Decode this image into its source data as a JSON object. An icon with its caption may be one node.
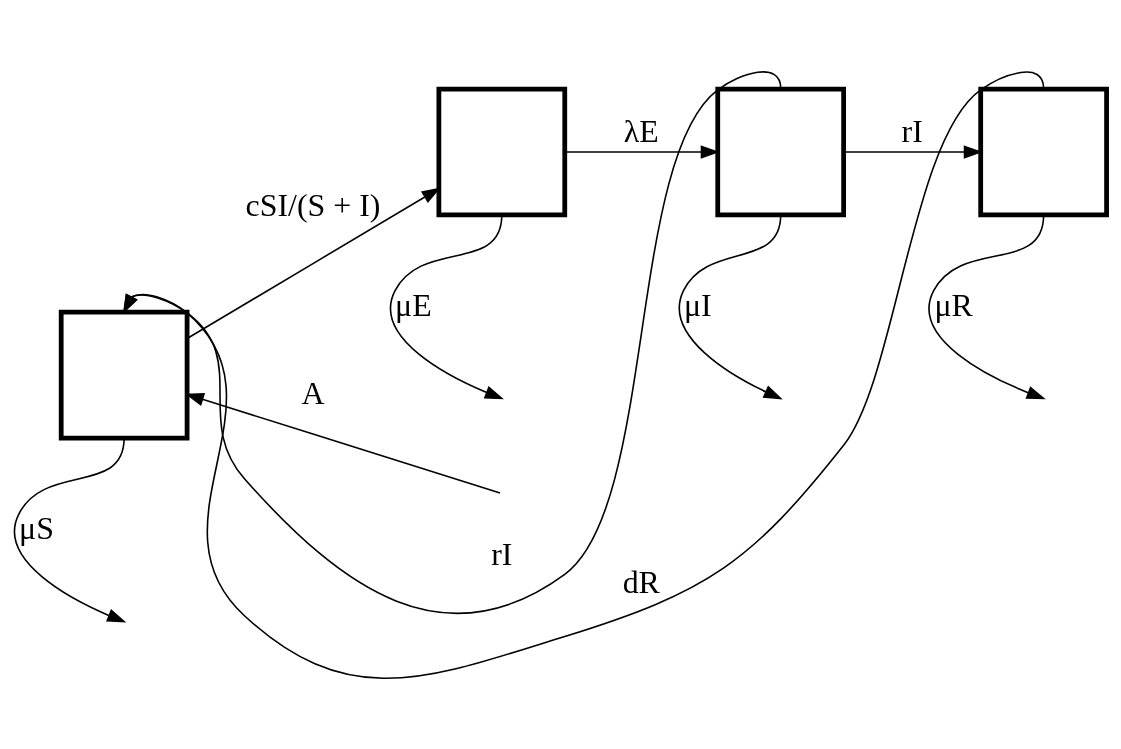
{
  "diagram": {
    "nodes": [
      {
        "text": [],
        "shape": "box"
      },
      {
        "text": [],
        "shape": "box"
      },
      {
        "text": [],
        "shape": "box"
      },
      {
        "text": [],
        "shape": "box"
      }
    ],
    "edges": [
      {
        "from": null,
        "to": 0,
        "arrow": "to",
        "label": "A"
      },
      {
        "from": 0,
        "to": 1,
        "arrow": "to",
        "label": "cSI/(S + I)"
      },
      {
        "from": 1,
        "to": 2,
        "arrow": "to",
        "label": "λE"
      },
      {
        "from": 2,
        "to": 3,
        "arrow": "to",
        "label": "rI"
      },
      {
        "from": 2,
        "to": 0,
        "arrow": "to",
        "label": "rI"
      },
      {
        "from": 3,
        "to": 0,
        "arrow": "to",
        "label": "dR"
      },
      {
        "from": 0,
        "to": null,
        "arrow": "to",
        "label": "μS"
      },
      {
        "from": 1,
        "to": null,
        "arrow": "to",
        "label": "μE"
      },
      {
        "from": 2,
        "to": null,
        "arrow": "to",
        "label": "μI"
      },
      {
        "from": 3,
        "to": null,
        "arrow": "to",
        "label": "μR"
      }
    ]
  }
}
